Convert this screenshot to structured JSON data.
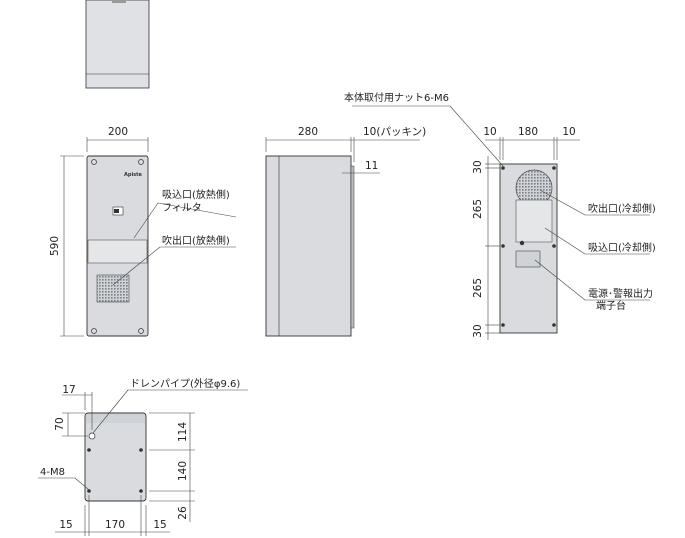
{
  "brand_mark": "Apiste",
  "labels": {
    "mount_nut": "本体取付用ナット6-M6",
    "intake_hot": "吸込口(放熱側)",
    "filter": "フィルタ",
    "exhaust_hot": "吹出口(放熱側)",
    "exhaust_cold": "吹出口(冷却側)",
    "intake_cold": "吸込口(冷却側)",
    "power_alarm_1": "電源･警報出力",
    "power_alarm_2": "端子台",
    "drain_pipe": "ドレンパイプ(外径φ9.6)",
    "screw": "4-M8"
  },
  "dimensions": {
    "front_width": "200",
    "height": "590",
    "side_depth": "280",
    "gasket": "10(パッキン)",
    "side_offset": "11",
    "rear_margin_left": "10",
    "rear_pitch": "180",
    "rear_margin_right": "10",
    "rear_top": "30",
    "rear_upper": "265",
    "rear_lower": "265",
    "rear_bottom": "30",
    "drain_offset_x": "17",
    "drain_offset_y": "70",
    "bottom_upper": "114",
    "bottom_lower": "140",
    "bottom_edge": "26",
    "bottom_margin_left": "15",
    "bottom_pitch": "170",
    "bottom_margin_right": "15"
  },
  "colors": {
    "body_fill": "#d9dbde",
    "outline": "#333333",
    "dim_line": "#444444"
  }
}
